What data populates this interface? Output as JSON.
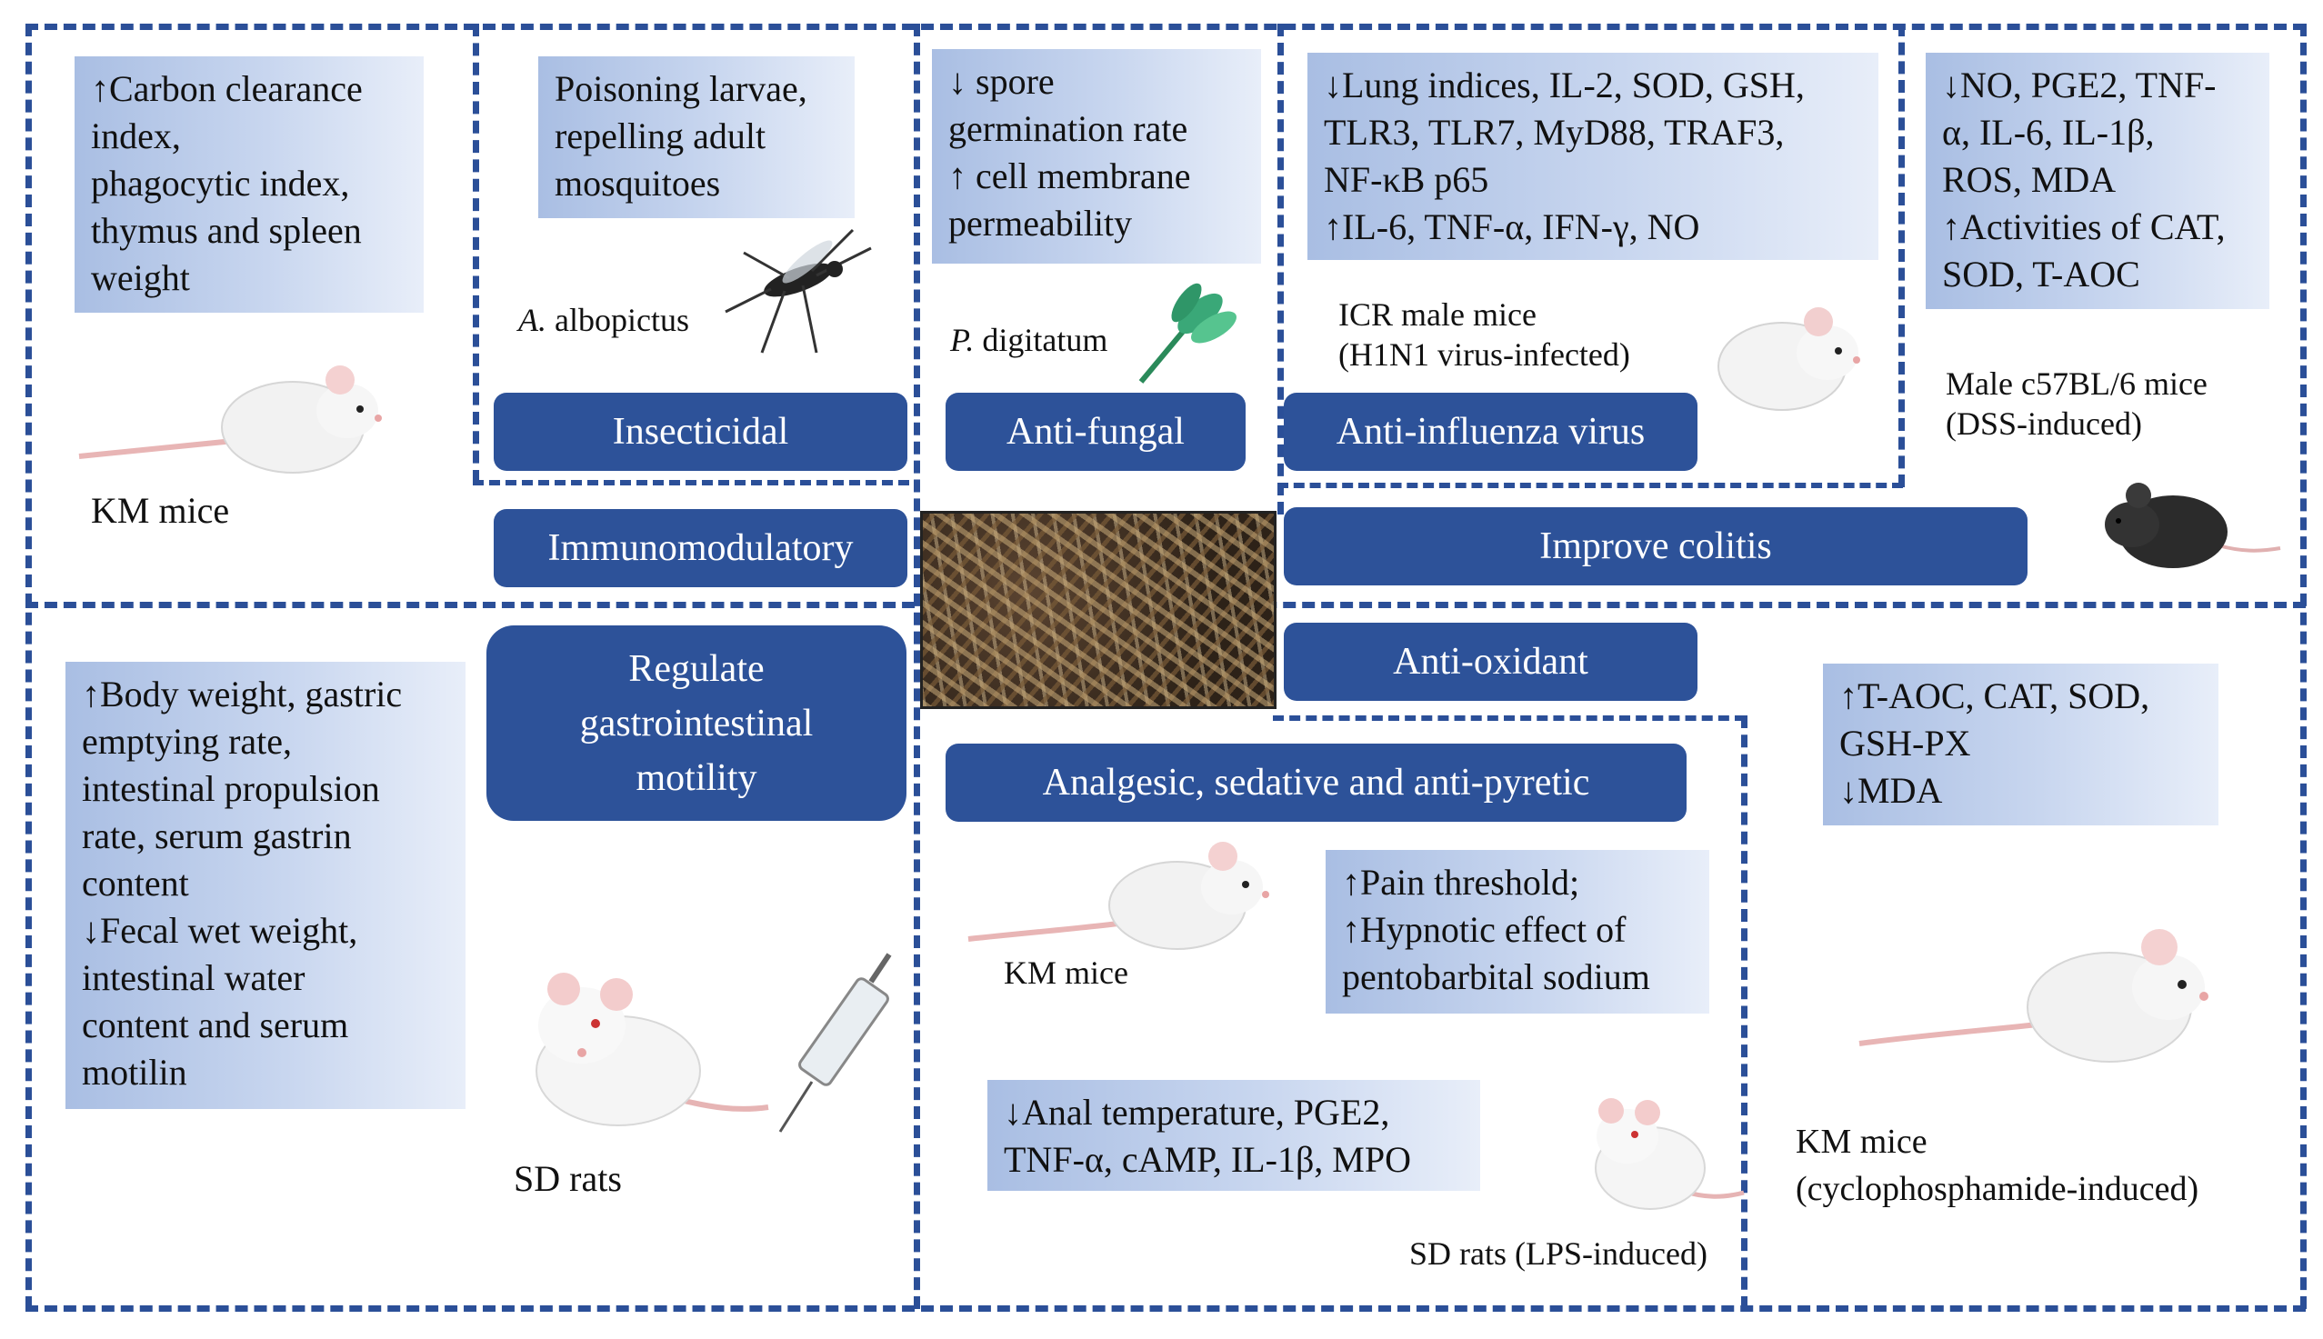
{
  "center_image": "herb-photo",
  "sections": {
    "immunomodulatory": {
      "title": "Immunomodulatory",
      "effects": [
        "↑Carbon clearance",
        "index,",
        " phagocytic  index,",
        "thymus  and spleen",
        "weight"
      ],
      "model": "KM mice"
    },
    "insecticidal": {
      "title": "Insecticidal",
      "effects": [
        "Poisoning  larvae,",
        "repelling  adult",
        "mosquitoes"
      ],
      "model_italic": "A.",
      "model_rest": " albopictus"
    },
    "antifungal": {
      "title": "Anti-fungal",
      "effects": [
        "↓ spore",
        "germination  rate",
        "↑ cell membrane",
        "permeability"
      ],
      "model_italic": "P.",
      "model_rest": " digitatum"
    },
    "antiinfluenza": {
      "title": "Anti-influenza  virus",
      "effects": [
        "↓Lung  indices,  IL-2,  SOD,  GSH,",
        "TLR3,  TLR7,  MyD88,  TRAF3,",
        "NF-κB p65",
        "↑IL-6,  TNF-α,  IFN-γ,  NO"
      ],
      "model_lines": [
        "ICR male mice",
        "(H1N1 virus-infected)"
      ]
    },
    "colitis": {
      "title": "Improve colitis",
      "effects": [
        "↓NO,  PGE2,  TNF-",
        "α,  IL-6,  IL-1β,",
        "ROS,  MDA",
        "↑Activities of CAT,",
        "SOD,  T-AOC"
      ],
      "model_lines": [
        "Male c57BL/6 mice",
        "(DSS-induced)"
      ]
    },
    "gastro": {
      "title_lines": [
        "Regulate",
        "gastrointestinal",
        "motility"
      ],
      "effects": [
        "↑Body  weight,  gastric",
        "emptying  rate,",
        "intestinal  propulsion",
        "rate,  serum  gastrin",
        "content",
        "↓Fecal  wet weight,",
        "intestinal  water",
        "content  and serum",
        "motilin"
      ],
      "model": "SD rats"
    },
    "analgesic": {
      "title": "Analgesic,  sedative and anti-pyretic",
      "effects_1": [
        "↑Pain  threshold;",
        "↑Hypnotic  effect  of",
        "pentobarbital  sodium"
      ],
      "model_1": "KM mice",
      "effects_2": [
        "↓Anal  temperature,  PGE2,",
        "TNF-α,  cAMP,  IL-1β,  MPO"
      ],
      "model_2": "SD rats (LPS-induced)"
    },
    "antioxidant": {
      "title": "Anti-oxidant",
      "effects": [
        "↑T-AOC,  CAT,  SOD,",
        "GSH-PX",
        "↓MDA"
      ],
      "model_lines": [
        "KM mice",
        "(cyclophosphamide-induced)"
      ]
    }
  },
  "colors": {
    "pill": "#2d5299",
    "dash": "#2b4f98",
    "box_start": "#a9bee3",
    "box_end": "#e8eef9"
  }
}
